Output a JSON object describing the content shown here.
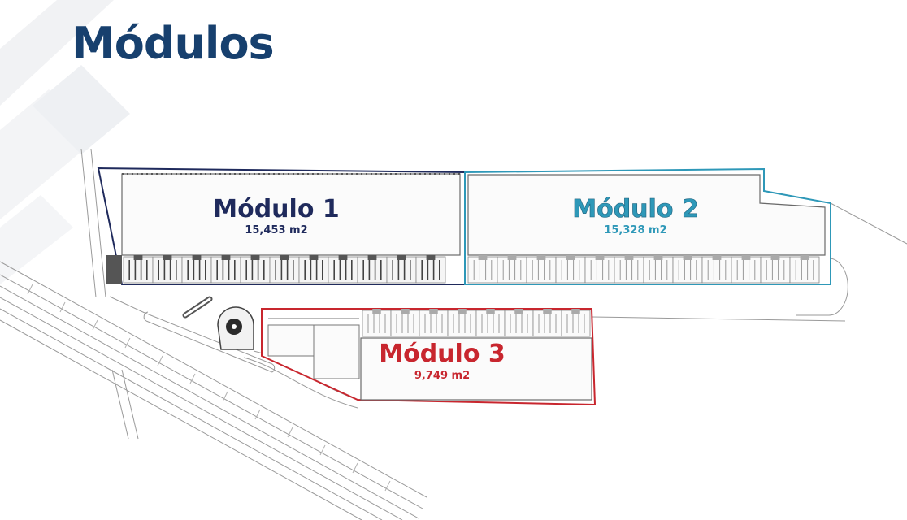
{
  "title": "Módulos",
  "colors": {
    "title": "#17406e",
    "modulo_1": "#1f2a5c",
    "modulo_2": "#2e98b8",
    "modulo_3": "#c8262e",
    "linework": "#8a8a8a"
  },
  "modules": [
    {
      "name": "Módulo 1",
      "area": "15,453 m2"
    },
    {
      "name": "Módulo 2",
      "area": "15,328 m2"
    },
    {
      "name": "Módulo 3",
      "area": "9,749 m2"
    }
  ]
}
